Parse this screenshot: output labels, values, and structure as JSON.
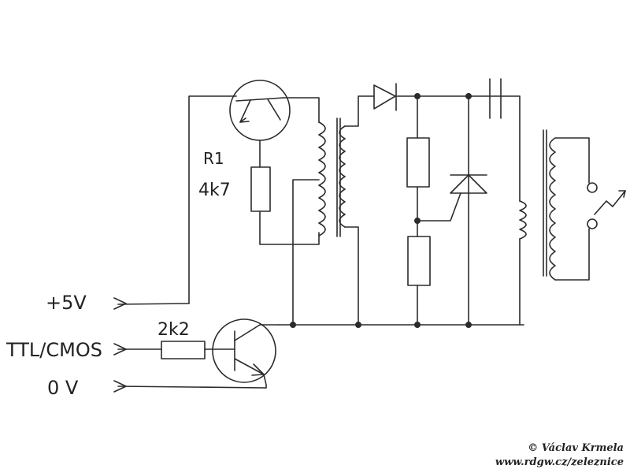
{
  "labels": {
    "r1_name": "R1",
    "r1_value": "4k7",
    "r2_value": "2k2",
    "plus5v": "+5V",
    "ttl_cmos": "TTL/CMOS",
    "zero_v": "0 V"
  },
  "credits": {
    "author": "© Václav Krmela",
    "url": "www.rdgw.cz/zeleznice"
  }
}
